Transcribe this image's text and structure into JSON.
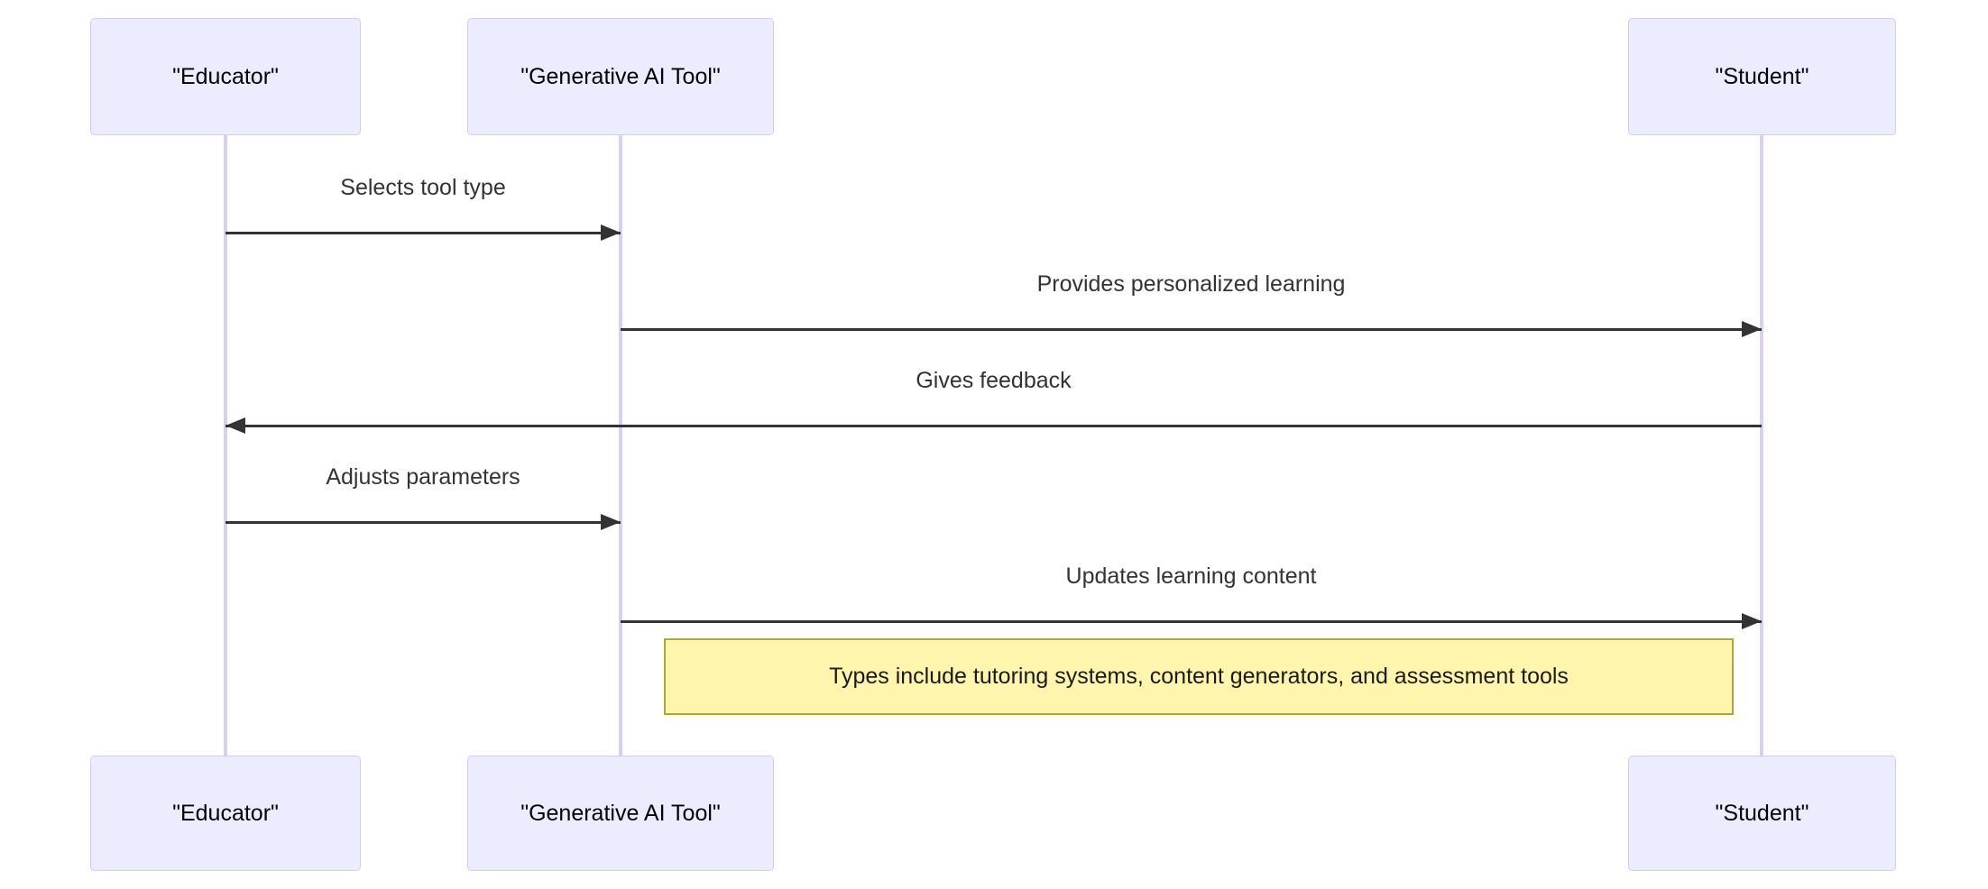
{
  "diagram": {
    "type": "sequence-diagram",
    "background_color": "#ffffff",
    "colors": {
      "actor_fill": "#ECECFF",
      "actor_border": "#d5caef",
      "lifeline": "#d9d0f0",
      "arrow": "#333333",
      "message_text": "#333333",
      "note_fill": "#FFF5AD",
      "note_border": "#AAAA33"
    },
    "actors": [
      {
        "id": "educator",
        "label": "\"Educator\""
      },
      {
        "id": "generative-ai-tool",
        "label": "\"Generative AI Tool\""
      },
      {
        "id": "student",
        "label": "\"Student\""
      }
    ],
    "messages": [
      {
        "from": "educator",
        "to": "generative-ai-tool",
        "direction": "right",
        "label": "Selects tool type"
      },
      {
        "from": "generative-ai-tool",
        "to": "student",
        "direction": "right",
        "label": "Provides personalized learning"
      },
      {
        "from": "student",
        "to": "educator",
        "direction": "left",
        "label": "Gives feedback"
      },
      {
        "from": "educator",
        "to": "generative-ai-tool",
        "direction": "right",
        "label": "Adjusts parameters"
      },
      {
        "from": "generative-ai-tool",
        "to": "student",
        "direction": "right",
        "label": "Updates learning content"
      }
    ],
    "note": {
      "label": "Types include tutoring systems, content generators, and assessment tools"
    }
  }
}
